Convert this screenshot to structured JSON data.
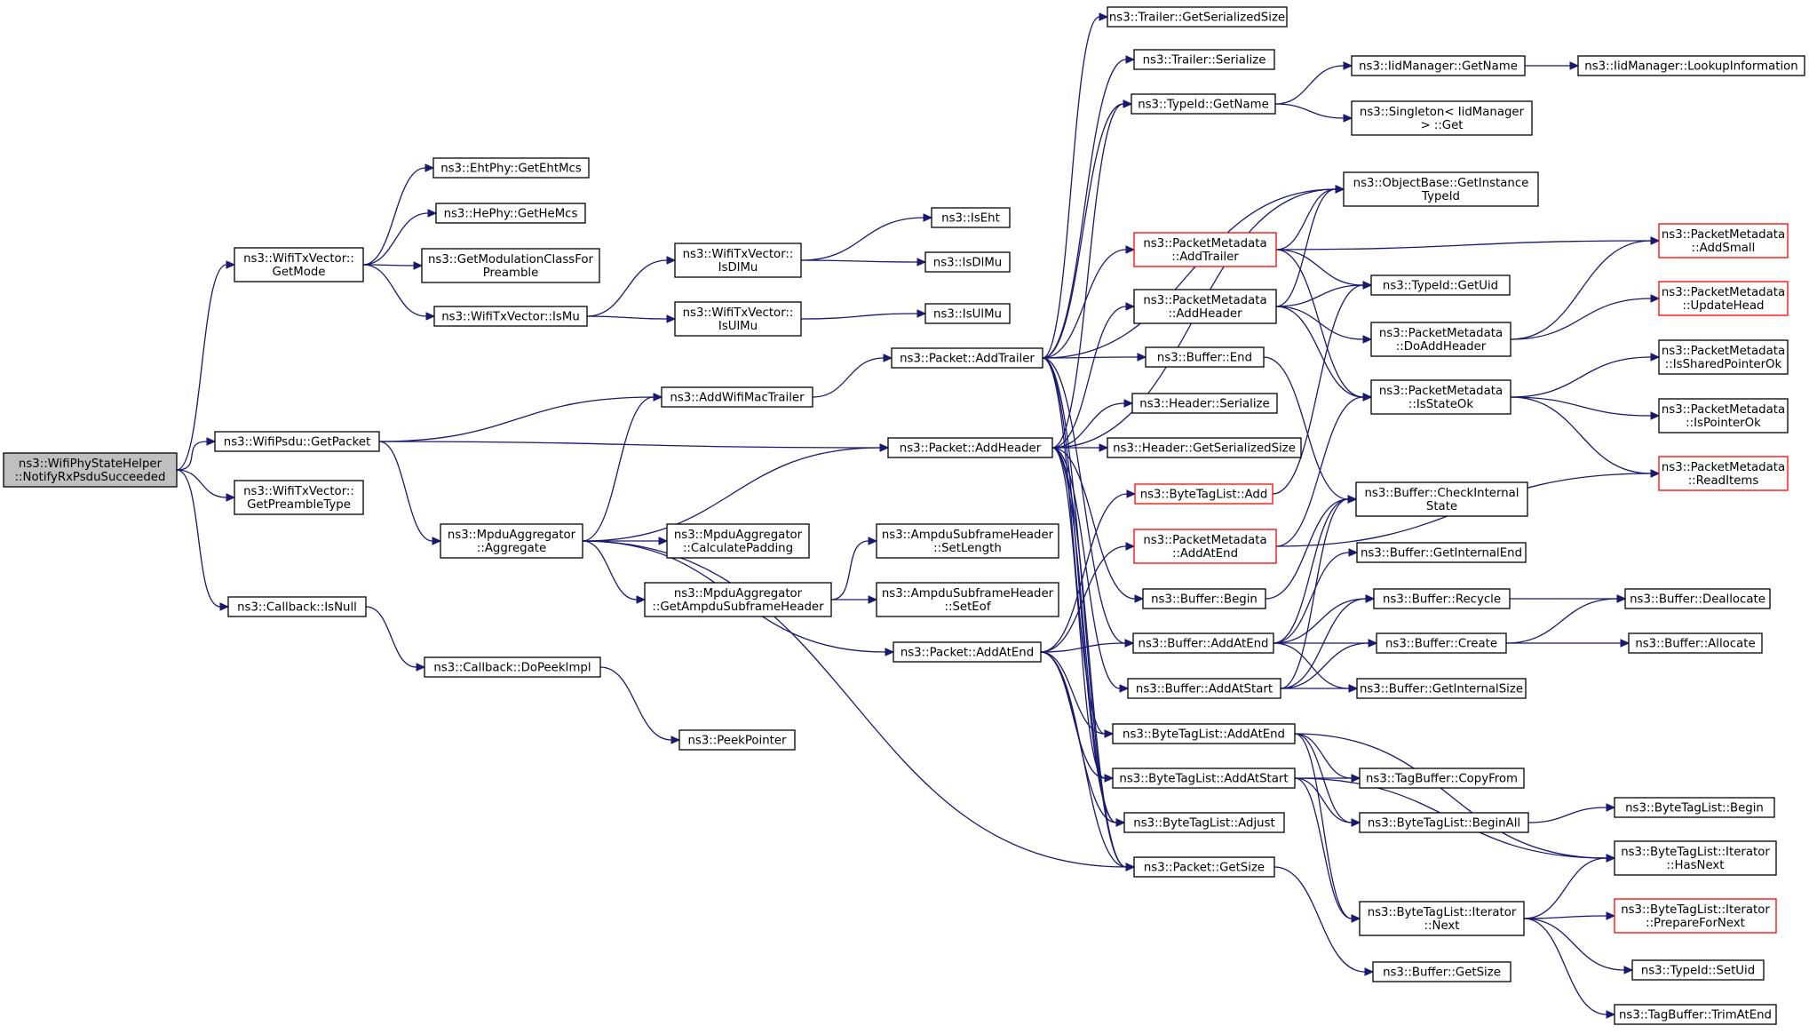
{
  "graph": {
    "colors": {
      "edge": "#191970",
      "node_border": "#000000",
      "truncated_border": "#ff0000",
      "root_fill": "#bfbfbf",
      "node_fill": "#ffffff"
    },
    "nodes": [
      {
        "id": "root",
        "lines": [
          "ns3::WifiPhyStateHelper",
          "::NotifyRxPsduSucceeded"
        ],
        "root": true
      },
      {
        "id": "getmode",
        "lines": [
          "ns3::WifiTxVector::",
          "GetMode"
        ]
      },
      {
        "id": "getpacket",
        "lines": [
          "ns3::WifiPsdu::GetPacket"
        ]
      },
      {
        "id": "preamble",
        "lines": [
          "ns3::WifiTxVector::",
          "GetPreambleType"
        ]
      },
      {
        "id": "isnull",
        "lines": [
          "ns3::Callback::IsNull"
        ]
      },
      {
        "id": "eht",
        "lines": [
          "ns3::EhtPhy::GetEhtMcs"
        ]
      },
      {
        "id": "he",
        "lines": [
          "ns3::HePhy::GetHeMcs"
        ]
      },
      {
        "id": "modclass",
        "lines": [
          "ns3::GetModulationClassFor",
          "Preamble"
        ]
      },
      {
        "id": "ismu",
        "lines": [
          "ns3::WifiTxVector::IsMu"
        ]
      },
      {
        "id": "isdlmu",
        "lines": [
          "ns3::WifiTxVector::",
          "IsDlMu"
        ]
      },
      {
        "id": "isulmu",
        "lines": [
          "ns3::WifiTxVector::",
          "IsUlMu"
        ]
      },
      {
        "id": "iseht",
        "lines": [
          "ns3::IsEht"
        ]
      },
      {
        "id": "isdlmu2",
        "lines": [
          "ns3::IsDlMu"
        ]
      },
      {
        "id": "isulmu2",
        "lines": [
          "ns3::IsUlMu"
        ]
      },
      {
        "id": "addwifi",
        "lines": [
          "ns3::AddWifiMacTrailer"
        ]
      },
      {
        "id": "aggregate",
        "lines": [
          "ns3::MpduAggregator",
          "::Aggregate"
        ]
      },
      {
        "id": "calcpad",
        "lines": [
          "ns3::MpduAggregator",
          "::CalculatePadding"
        ]
      },
      {
        "id": "getampdu",
        "lines": [
          "ns3::MpduAggregator",
          "::GetAmpduSubframeHeader"
        ]
      },
      {
        "id": "dopeek",
        "lines": [
          "ns3::Callback::DoPeekImpl"
        ]
      },
      {
        "id": "peekptr",
        "lines": [
          "ns3::PeekPointer"
        ]
      },
      {
        "id": "setlength",
        "lines": [
          "ns3::AmpduSubframeHeader",
          "::SetLength"
        ]
      },
      {
        "id": "seteof",
        "lines": [
          "ns3::AmpduSubframeHeader",
          "::SetEof"
        ]
      },
      {
        "id": "addtrailer",
        "lines": [
          "ns3::Packet::AddTrailer"
        ]
      },
      {
        "id": "addheader",
        "lines": [
          "ns3::Packet::AddHeader"
        ]
      },
      {
        "id": "addatend",
        "lines": [
          "ns3::Packet::AddAtEnd"
        ]
      },
      {
        "id": "tr_gss",
        "lines": [
          "ns3::Trailer::GetSerializedSize"
        ]
      },
      {
        "id": "tr_ser",
        "lines": [
          "ns3::Trailer::Serialize"
        ]
      },
      {
        "id": "tid_getname",
        "lines": [
          "ns3::TypeId::GetName"
        ]
      },
      {
        "id": "pm_addtrailer",
        "lines": [
          "ns3::PacketMetadata",
          "::AddTrailer"
        ],
        "red": true
      },
      {
        "id": "pm_addheader",
        "lines": [
          "ns3::PacketMetadata",
          "::AddHeader"
        ]
      },
      {
        "id": "buf_end",
        "lines": [
          "ns3::Buffer::End"
        ]
      },
      {
        "id": "hdr_ser",
        "lines": [
          "ns3::Header::Serialize"
        ]
      },
      {
        "id": "hdr_gss",
        "lines": [
          "ns3::Header::GetSerializedSize"
        ]
      },
      {
        "id": "btl_add",
        "lines": [
          "ns3::ByteTagList::Add"
        ],
        "red": true
      },
      {
        "id": "pm_addatend",
        "lines": [
          "ns3::PacketMetadata",
          "::AddAtEnd"
        ],
        "red": true
      },
      {
        "id": "buf_begin",
        "lines": [
          "ns3::Buffer::Begin"
        ]
      },
      {
        "id": "buf_addatend",
        "lines": [
          "ns3::Buffer::AddAtEnd"
        ]
      },
      {
        "id": "buf_addatstart",
        "lines": [
          "ns3::Buffer::AddAtStart"
        ]
      },
      {
        "id": "btl_addatend",
        "lines": [
          "ns3::ByteTagList::AddAtEnd"
        ]
      },
      {
        "id": "btl_addatstart",
        "lines": [
          "ns3::ByteTagList::AddAtStart"
        ]
      },
      {
        "id": "btl_adjust",
        "lines": [
          "ns3::ByteTagList::Adjust"
        ]
      },
      {
        "id": "pkt_getsize",
        "lines": [
          "ns3::Packet::GetSize"
        ]
      },
      {
        "id": "iid_getname",
        "lines": [
          "ns3::IidManager::GetName"
        ]
      },
      {
        "id": "singleton",
        "lines": [
          "ns3::Singleton< IidManager",
          "> ::Get"
        ]
      },
      {
        "id": "ob_getinst",
        "lines": [
          "ns3::ObjectBase::GetInstance",
          "TypeId"
        ]
      },
      {
        "id": "tid_getuid",
        "lines": [
          "ns3::TypeId::GetUid"
        ]
      },
      {
        "id": "pm_doaddheader",
        "lines": [
          "ns3::PacketMetadata",
          "::DoAddHeader"
        ]
      },
      {
        "id": "pm_isstateok",
        "lines": [
          "ns3::PacketMetadata",
          "::IsStateOk"
        ]
      },
      {
        "id": "buf_checkint",
        "lines": [
          "ns3::Buffer::CheckInternal",
          "State"
        ]
      },
      {
        "id": "buf_getintend",
        "lines": [
          "ns3::Buffer::GetInternalEnd"
        ]
      },
      {
        "id": "buf_recycle",
        "lines": [
          "ns3::Buffer::Recycle"
        ]
      },
      {
        "id": "buf_create",
        "lines": [
          "ns3::Buffer::Create"
        ]
      },
      {
        "id": "buf_getintsize",
        "lines": [
          "ns3::Buffer::GetInternalSize"
        ]
      },
      {
        "id": "tb_copyfrom",
        "lines": [
          "ns3::TagBuffer::CopyFrom"
        ]
      },
      {
        "id": "btl_beginall",
        "lines": [
          "ns3::ByteTagList::BeginAll"
        ]
      },
      {
        "id": "btl_iter_next",
        "lines": [
          "ns3::ByteTagList::Iterator",
          "::Next"
        ]
      },
      {
        "id": "buf_getsize",
        "lines": [
          "ns3::Buffer::GetSize"
        ]
      },
      {
        "id": "iid_lookup",
        "lines": [
          "ns3::IidManager::LookupInformation"
        ]
      },
      {
        "id": "pm_addsmall",
        "lines": [
          "ns3::PacketMetadata",
          "::AddSmall"
        ],
        "red": true
      },
      {
        "id": "pm_updatehead",
        "lines": [
          "ns3::PacketMetadata",
          "::UpdateHead"
        ],
        "red": true
      },
      {
        "id": "pm_isshared",
        "lines": [
          "ns3::PacketMetadata",
          "::IsSharedPointerOk"
        ]
      },
      {
        "id": "pm_isptr",
        "lines": [
          "ns3::PacketMetadata",
          "::IsPointerOk"
        ]
      },
      {
        "id": "pm_readitems",
        "lines": [
          "ns3::PacketMetadata",
          "::ReadItems"
        ],
        "red": true
      },
      {
        "id": "buf_dealloc",
        "lines": [
          "ns3::Buffer::Deallocate"
        ]
      },
      {
        "id": "buf_alloc",
        "lines": [
          "ns3::Buffer::Allocate"
        ]
      },
      {
        "id": "btl_begin",
        "lines": [
          "ns3::ByteTagList::Begin"
        ]
      },
      {
        "id": "btl_iter_hasnext",
        "lines": [
          "ns3::ByteTagList::Iterator",
          "::HasNext"
        ]
      },
      {
        "id": "btl_iter_prep",
        "lines": [
          "ns3::ByteTagList::Iterator",
          "::PrepareForNext"
        ],
        "red": true
      },
      {
        "id": "tid_setuid",
        "lines": [
          "ns3::TypeId::SetUid"
        ]
      },
      {
        "id": "tb_trim",
        "lines": [
          "ns3::TagBuffer::TrimAtEnd"
        ]
      }
    ],
    "edges": [
      [
        "root",
        "getmode"
      ],
      [
        "root",
        "getpacket"
      ],
      [
        "root",
        "preamble"
      ],
      [
        "root",
        "isnull"
      ],
      [
        "getmode",
        "eht"
      ],
      [
        "getmode",
        "he"
      ],
      [
        "getmode",
        "modclass"
      ],
      [
        "getmode",
        "ismu"
      ],
      [
        "ismu",
        "isdlmu"
      ],
      [
        "ismu",
        "isulmu"
      ],
      [
        "isdlmu",
        "iseht"
      ],
      [
        "isdlmu",
        "isdlmu2"
      ],
      [
        "isulmu",
        "isulmu2"
      ],
      [
        "getpacket",
        "addwifi"
      ],
      [
        "getpacket",
        "addheader"
      ],
      [
        "getpacket",
        "aggregate"
      ],
      [
        "isnull",
        "dopeek"
      ],
      [
        "dopeek",
        "peekptr"
      ],
      [
        "aggregate",
        "addwifi"
      ],
      [
        "aggregate",
        "addheader"
      ],
      [
        "aggregate",
        "calcpad"
      ],
      [
        "aggregate",
        "getampdu"
      ],
      [
        "aggregate",
        "addatend"
      ],
      [
        "aggregate",
        "pkt_getsize"
      ],
      [
        "getampdu",
        "setlength"
      ],
      [
        "getampdu",
        "seteof"
      ],
      [
        "addwifi",
        "addtrailer"
      ],
      [
        "addtrailer",
        "tr_gss"
      ],
      [
        "addtrailer",
        "tr_ser"
      ],
      [
        "addtrailer",
        "tid_getname"
      ],
      [
        "addtrailer",
        "ob_getinst"
      ],
      [
        "addtrailer",
        "pm_addtrailer"
      ],
      [
        "addtrailer",
        "buf_end"
      ],
      [
        "addtrailer",
        "buf_addatend"
      ],
      [
        "addtrailer",
        "btl_addatend"
      ],
      [
        "addtrailer",
        "btl_adjust"
      ],
      [
        "addtrailer",
        "pkt_getsize"
      ],
      [
        "addheader",
        "tid_getname"
      ],
      [
        "addheader",
        "ob_getinst"
      ],
      [
        "addheader",
        "pm_addheader"
      ],
      [
        "addheader",
        "hdr_ser"
      ],
      [
        "addheader",
        "hdr_gss"
      ],
      [
        "addheader",
        "buf_begin"
      ],
      [
        "addheader",
        "buf_addatstart"
      ],
      [
        "addheader",
        "btl_addatstart"
      ],
      [
        "addheader",
        "btl_adjust"
      ],
      [
        "addheader",
        "pkt_getsize"
      ],
      [
        "addatend",
        "btl_add"
      ],
      [
        "addatend",
        "pm_addatend"
      ],
      [
        "addatend",
        "buf_addatend"
      ],
      [
        "addatend",
        "btl_addatend"
      ],
      [
        "addatend",
        "btl_addatstart"
      ],
      [
        "addatend",
        "btl_adjust"
      ],
      [
        "addatend",
        "pkt_getsize"
      ],
      [
        "tid_getname",
        "iid_getname"
      ],
      [
        "tid_getname",
        "singleton"
      ],
      [
        "iid_getname",
        "iid_lookup"
      ],
      [
        "pm_addtrailer",
        "ob_getinst"
      ],
      [
        "pm_addtrailer",
        "tid_getuid"
      ],
      [
        "pm_addtrailer",
        "pm_addsmall"
      ],
      [
        "pm_addtrailer",
        "pm_isstateok"
      ],
      [
        "pm_addheader",
        "ob_getinst"
      ],
      [
        "pm_addheader",
        "tid_getuid"
      ],
      [
        "pm_addheader",
        "pm_doaddheader"
      ],
      [
        "pm_addheader",
        "pm_isstateok"
      ],
      [
        "pm_doaddheader",
        "pm_addsmall"
      ],
      [
        "pm_doaddheader",
        "pm_updatehead"
      ],
      [
        "pm_isstateok",
        "pm_isshared"
      ],
      [
        "pm_isstateok",
        "pm_isptr"
      ],
      [
        "pm_isstateok",
        "pm_readitems"
      ],
      [
        "buf_end",
        "buf_checkint"
      ],
      [
        "btl_add",
        "tid_getuid"
      ],
      [
        "pm_addatend",
        "pm_isstateok"
      ],
      [
        "pm_addatend",
        "pm_readitems"
      ],
      [
        "buf_begin",
        "buf_checkint"
      ],
      [
        "buf_addatend",
        "buf_checkint"
      ],
      [
        "buf_addatend",
        "buf_getintend"
      ],
      [
        "buf_addatend",
        "buf_recycle"
      ],
      [
        "buf_addatend",
        "buf_create"
      ],
      [
        "buf_addatend",
        "buf_getintsize"
      ],
      [
        "buf_addatstart",
        "buf_checkint"
      ],
      [
        "buf_addatstart",
        "buf_recycle"
      ],
      [
        "buf_addatstart",
        "buf_create"
      ],
      [
        "buf_addatstart",
        "buf_getintsize"
      ],
      [
        "buf_recycle",
        "buf_dealloc"
      ],
      [
        "buf_create",
        "buf_dealloc"
      ],
      [
        "buf_create",
        "buf_alloc"
      ],
      [
        "btl_addatend",
        "tb_copyfrom"
      ],
      [
        "btl_addatend",
        "btl_beginall"
      ],
      [
        "btl_addatend",
        "btl_iter_next"
      ],
      [
        "btl_addatend",
        "btl_iter_hasnext"
      ],
      [
        "btl_addatstart",
        "tb_copyfrom"
      ],
      [
        "btl_addatstart",
        "btl_beginall"
      ],
      [
        "btl_addatstart",
        "btl_iter_next"
      ],
      [
        "btl_addatstart",
        "btl_iter_hasnext"
      ],
      [
        "btl_beginall",
        "btl_begin"
      ],
      [
        "btl_iter_next",
        "btl_iter_hasnext"
      ],
      [
        "btl_iter_next",
        "btl_iter_prep"
      ],
      [
        "btl_iter_next",
        "tid_setuid"
      ],
      [
        "btl_iter_next",
        "tb_trim"
      ],
      [
        "pkt_getsize",
        "buf_getsize"
      ]
    ]
  }
}
